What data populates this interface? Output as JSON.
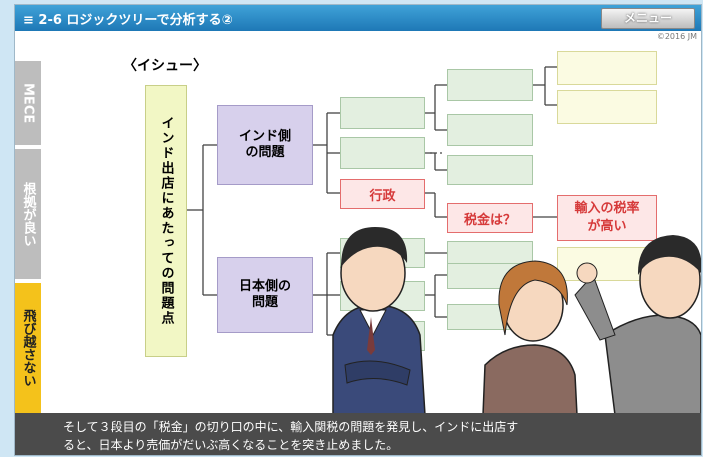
{
  "header": {
    "title": "≡ 2-6 ロジックツリーで分析する②",
    "menu_label": "メニュー",
    "copyright": "©2016 JM"
  },
  "sidebar": {
    "tabs": [
      {
        "label": "MECE"
      },
      {
        "label": "根拠が良い"
      },
      {
        "label": "飛び越さない"
      }
    ]
  },
  "tree": {
    "issue_label": "〈イシュー〉",
    "root": "インド出店にあたっての問題点",
    "branch_india": "インド側の問題",
    "branch_japan": "日本側の問題",
    "gyosei": "行政",
    "zeikin": "税金は？",
    "yunyu": "輸入の税率が高い"
  },
  "caption": {
    "line1": "そして３段目の「税金」の切り口の中に、輸入関税の問題を発見し、インドに出店す",
    "line2": "ると、日本より売価がだいぶ高くなることを突き止めました。"
  },
  "colors": {
    "titlebar": "#1e78b6",
    "caption_bg": "#4b4b4b",
    "active_tab": "#f4c21b",
    "inactive_tab": "#b9b9b9",
    "red_accent": "#e46d6d"
  }
}
